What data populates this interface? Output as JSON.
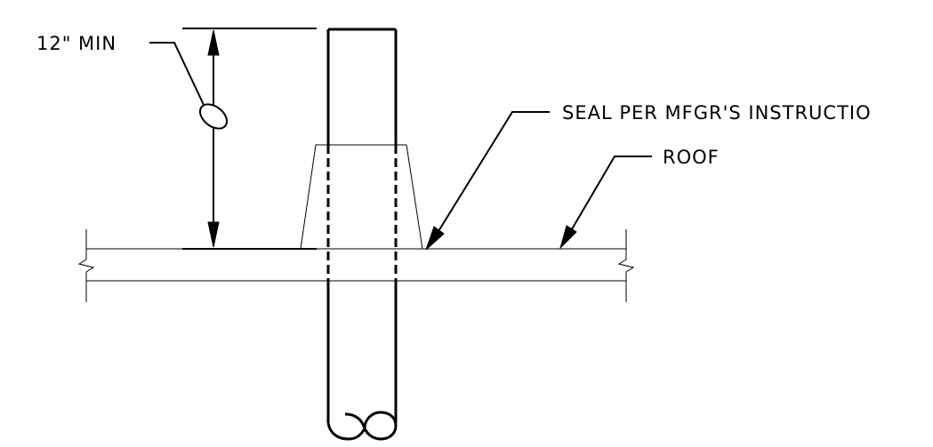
{
  "labels": {
    "min_clearance": "12\" MIN",
    "seal": "SEAL PER MFGR'S INSTRUCTIO",
    "roof": "ROOF"
  },
  "colors": {
    "line": "#000000",
    "background": "#ffffff"
  }
}
